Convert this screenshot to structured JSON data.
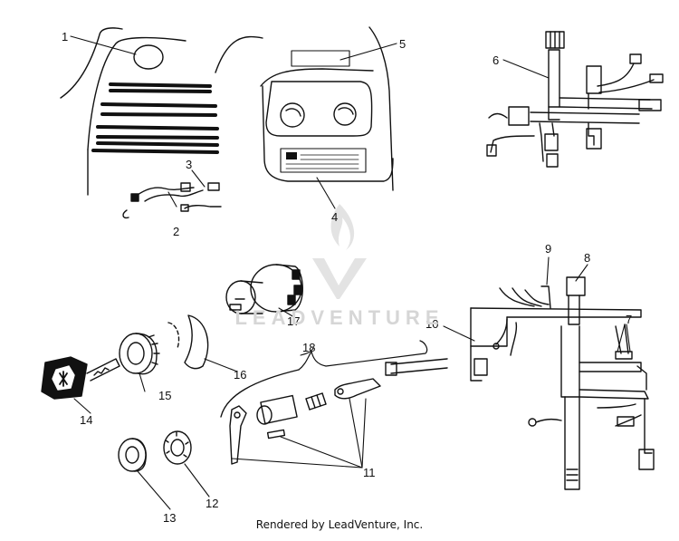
{
  "watermark": {
    "text": "LEADVENTURE"
  },
  "footer": {
    "text": "Rendered by LeadVenture, Inc."
  },
  "callouts": [
    "1",
    "2",
    "3",
    "4",
    "5",
    "6",
    "7",
    "8",
    "9",
    "10",
    "11",
    "12",
    "13",
    "14",
    "15",
    "16",
    "17",
    "18"
  ]
}
